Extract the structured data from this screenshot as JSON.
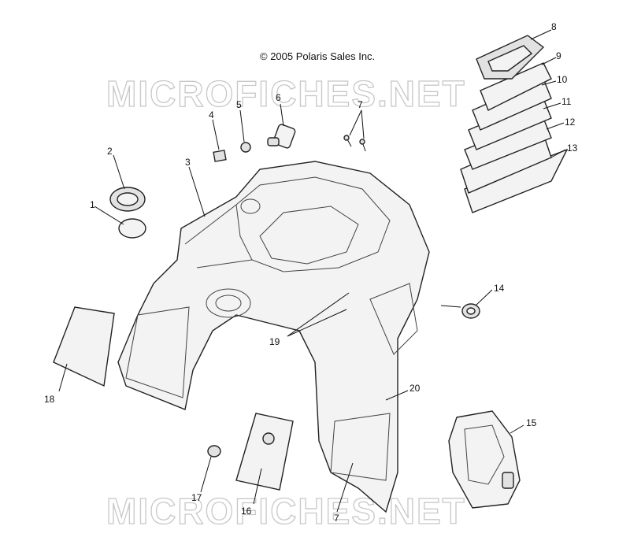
{
  "copyright": "© 2005 Polaris Sales Inc.",
  "watermark": "MICROFICHES.NET",
  "callouts": [
    "1",
    "2",
    "3",
    "4",
    "5",
    "6",
    "7",
    "8",
    "9",
    "10",
    "11",
    "12",
    "13",
    "14",
    "15",
    "16",
    "17",
    "18",
    "19",
    "20",
    "7"
  ]
}
